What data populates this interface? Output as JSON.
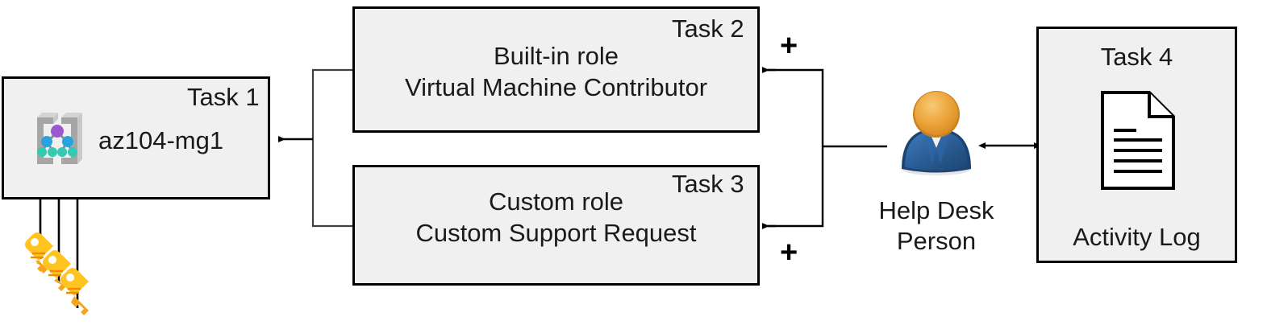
{
  "diagram": {
    "title": "Azure RBAC task assignment diagram",
    "colors": {
      "box_fill": "#f0f0f0",
      "box_stroke": "#000000",
      "text": "#1a1a1a",
      "connector": "#000000",
      "key_yellow": "#ffc107",
      "key_yellow_dark": "#f5a623",
      "person_head": "#e8a33d",
      "person_body": "#2a5d96",
      "node_purple": "#9b59d0",
      "node_blue": "#29a3e0",
      "node_teal": "#34c9b0",
      "bracket_gray": "#a6a6a6"
    },
    "nodes": [
      {
        "id": "task1",
        "tag": "Task 1",
        "label": "az104-mg1",
        "icon": "management-group-icon"
      },
      {
        "id": "task2",
        "tag": "Task 2",
        "line1": "Built-in role",
        "line2": "Virtual Machine Contributor"
      },
      {
        "id": "task3",
        "tag": "Task 3",
        "line1": "Custom role",
        "line2": "Custom Support Request"
      },
      {
        "id": "task4",
        "tag": "Task 4",
        "label": "Activity Log",
        "icon": "document-icon"
      }
    ],
    "actor": {
      "id": "help-desk-person",
      "line1": "Help Desk",
      "line2": "Person",
      "icon": "person-icon"
    },
    "operators": [
      {
        "id": "plus-top",
        "symbol": "+"
      },
      {
        "id": "plus-bottom",
        "symbol": "+"
      }
    ],
    "keys": {
      "id": "keys-icon",
      "count": 3
    }
  }
}
